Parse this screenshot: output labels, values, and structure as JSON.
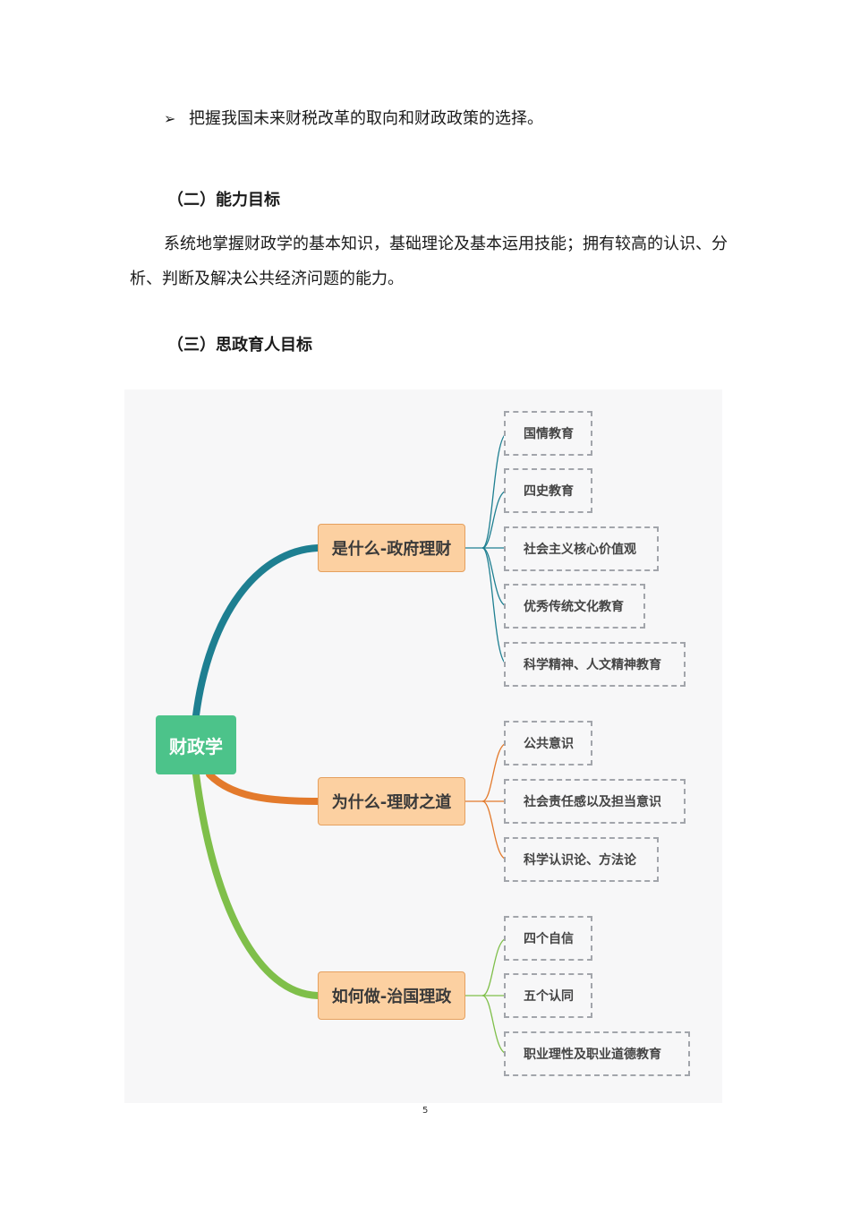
{
  "bullet": {
    "symbol": "➢",
    "text": "把握我国未来财税改革的取向和财政政策的选择。"
  },
  "sections": {
    "ability": {
      "heading": "（二）能力目标",
      "paragraph": "系统地掌握财政学的基本知识，基础理论及基本运用技能；拥有较高的认识、分析、判断及解决公共经济问题的能力。"
    },
    "ideology": {
      "heading": "（三）思政育人目标"
    }
  },
  "mindmap": {
    "root": "财政学",
    "branches": [
      {
        "label": "是什么-政府理财",
        "color": "#1e7f91",
        "leaves": [
          "国情教育",
          "四史教育",
          "社会主义核心价值观",
          "优秀传统文化教育",
          "科学精神、人文精神教育"
        ]
      },
      {
        "label": "为什么-理财之道",
        "color": "#e37a2c",
        "leaves": [
          "公共意识",
          "社会责任感以及担当意识",
          "科学认识论、方法论"
        ]
      },
      {
        "label": "如何做-治国理政",
        "color": "#7fbf4a",
        "leaves": [
          "四个自信",
          "五个认同",
          "职业理性及职业道德教育"
        ]
      }
    ]
  },
  "footer": {
    "mark": "5"
  }
}
